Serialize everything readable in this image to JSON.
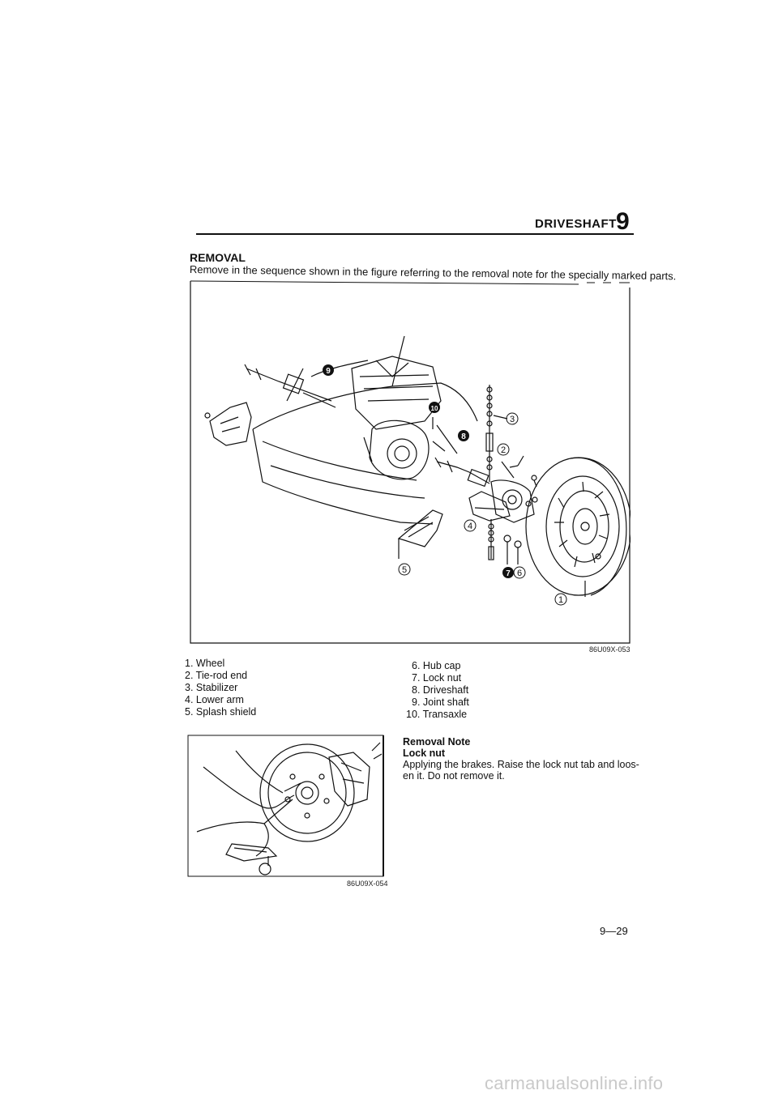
{
  "header": {
    "title": "DRIVESHAFT",
    "chapter": "9"
  },
  "section": {
    "title": "REMOVAL",
    "instruction": "Remove in the sequence shown in the figure referring to the removal note for the specially marked parts."
  },
  "figure1": {
    "code": "86U09X-053",
    "callouts": [
      "1",
      "2",
      "3",
      "4",
      "5",
      "6",
      "7",
      "8",
      "9",
      "10"
    ]
  },
  "legend": {
    "left": [
      "1. Wheel",
      "2. Tie-rod end",
      "3. Stabilizer",
      "4. Lower arm",
      "5. Splash shield"
    ],
    "right": [
      "6. Hub cap",
      "7. Lock nut",
      "8. Driveshaft",
      "9. Joint shaft",
      "10. Transaxle"
    ]
  },
  "figure2": {
    "code": "86U09X-054"
  },
  "note": {
    "heading1": "Removal Note",
    "heading2": "Lock nut",
    "line1": "Applying the brakes. Raise the lock nut tab and loos-",
    "line2": "en it. Do not remove it."
  },
  "page_number": "9—29",
  "watermark": "carmanualsonline.info"
}
